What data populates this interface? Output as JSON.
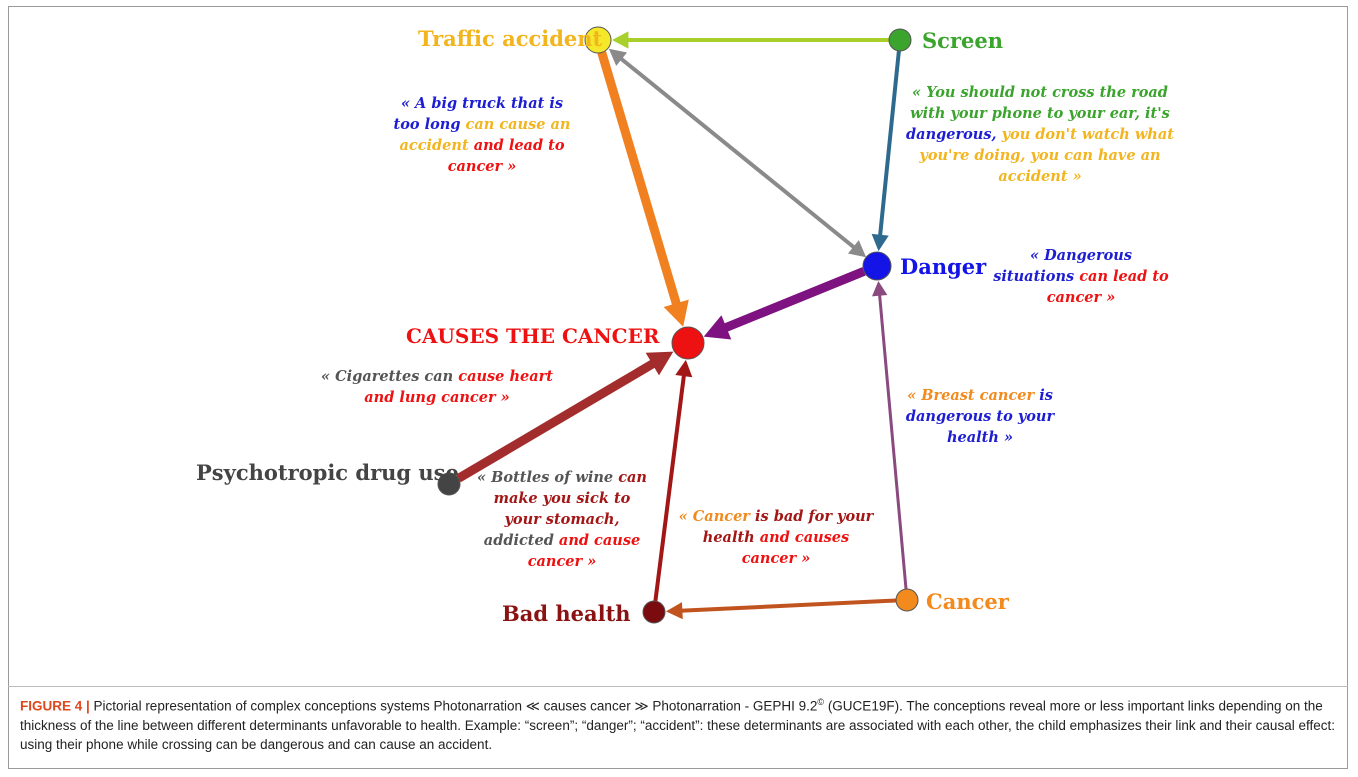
{
  "nodes": [
    {
      "id": "traffic",
      "label": "Traffic accident",
      "color": "#f5e82a",
      "label_color": "#f2b51e"
    },
    {
      "id": "screen",
      "label": "Screen",
      "color": "#3aa42c",
      "label_color": "#3aa42c"
    },
    {
      "id": "danger",
      "label": "Danger",
      "color": "#1414e6",
      "label_color": "#1414e6"
    },
    {
      "id": "causes",
      "label": "CAUSES THE CANCER",
      "color": "#ee1111",
      "label_color": "#ee1111"
    },
    {
      "id": "psycho",
      "label": "Psychotropic drug use",
      "color": "#444444",
      "label_color": "#444444"
    },
    {
      "id": "badhealth",
      "label": "Bad health",
      "color": "#7a0c10",
      "label_color": "#8a1212"
    },
    {
      "id": "cancer",
      "label": "Cancer",
      "color": "#f28a1d",
      "label_color": "#f28a1d"
    }
  ],
  "edges": [
    {
      "from": "screen",
      "to": "traffic",
      "color": "#a8cf2a",
      "weight": "medium"
    },
    {
      "from": "screen",
      "to": "danger",
      "color": "#2e6a8e",
      "weight": "medium"
    },
    {
      "from": "danger",
      "to": "traffic",
      "color": "#8a8a8a",
      "weight": "medium",
      "bidirectional": true
    },
    {
      "from": "traffic",
      "to": "causes",
      "color": "#f08020",
      "weight": "heavy"
    },
    {
      "from": "danger",
      "to": "causes",
      "color": "#7d1280",
      "weight": "heavy"
    },
    {
      "from": "psycho",
      "to": "causes",
      "color": "#a32c2c",
      "weight": "heavy"
    },
    {
      "from": "badhealth",
      "to": "causes",
      "color": "#a31616",
      "weight": "medium"
    },
    {
      "from": "cancer",
      "to": "badhealth",
      "color": "#c0531e",
      "weight": "medium"
    },
    {
      "from": "cancer",
      "to": "danger",
      "color": "#8a4a80",
      "weight": "light"
    }
  ],
  "annotations": [
    {
      "id": "truck",
      "segments": [
        {
          "text": "« A big truck that is too long ",
          "color": "#1d1dd2"
        },
        {
          "text": "can cause an accident ",
          "color": "#f2b51e"
        },
        {
          "text": "and lead to cancer »",
          "color": "#ee1111"
        }
      ]
    },
    {
      "id": "phone",
      "segments": [
        {
          "text": "« You should not cross the road with your phone to your ear, it's ",
          "color": "#3aa42c"
        },
        {
          "text": "dangerous, ",
          "color": "#1d1dd2"
        },
        {
          "text": "you don't watch what you're doing, you can have an accident »",
          "color": "#f2b51e"
        }
      ]
    },
    {
      "id": "dangerous",
      "segments": [
        {
          "text": "« Dangerous situations ",
          "color": "#1d1dd2"
        },
        {
          "text": "can lead to cancer »",
          "color": "#ee1111"
        }
      ]
    },
    {
      "id": "cigarettes",
      "segments": [
        {
          "text": "« Cigarettes can ",
          "color": "#555555"
        },
        {
          "text": "cause heart and lung cancer »",
          "color": "#ee1111"
        }
      ]
    },
    {
      "id": "breast",
      "segments": [
        {
          "text": "« Breast cancer ",
          "color": "#f28a1d"
        },
        {
          "text": "is dangerous to your health »",
          "color": "#1d1dd2"
        }
      ]
    },
    {
      "id": "wine",
      "segments": [
        {
          "text": "« Bottles of wine ",
          "color": "#555555"
        },
        {
          "text": "can make you sick to your stomach, ",
          "color": "#a31616"
        },
        {
          "text": "addicted ",
          "color": "#555555"
        },
        {
          "text": "and cause cancer »",
          "color": "#ee1111"
        }
      ]
    },
    {
      "id": "badfor",
      "segments": [
        {
          "text": "« Cancer ",
          "color": "#f28a1d"
        },
        {
          "text": "is bad for your health ",
          "color": "#a31616"
        },
        {
          "text": "and causes cancer »",
          "color": "#ee1111"
        }
      ]
    }
  ],
  "caption": {
    "figure_label": "FIGURE 4 |",
    "text_before_sup": " Pictorial representation of complex conceptions systems Photonarration ≪ causes cancer ≫ Photonarration - GEPHI 9.2",
    "sup": "©",
    "text_after_sup": " (GUCE19F). The conceptions reveal more or less important links depending on the thickness of the line between different determinants unfavorable to health. Example: “screen”; “danger”; “accident”: these determinants are associated with each other, the child emphasizes their link and their causal effect: using their phone while crossing can be dangerous and can cause an accident."
  }
}
